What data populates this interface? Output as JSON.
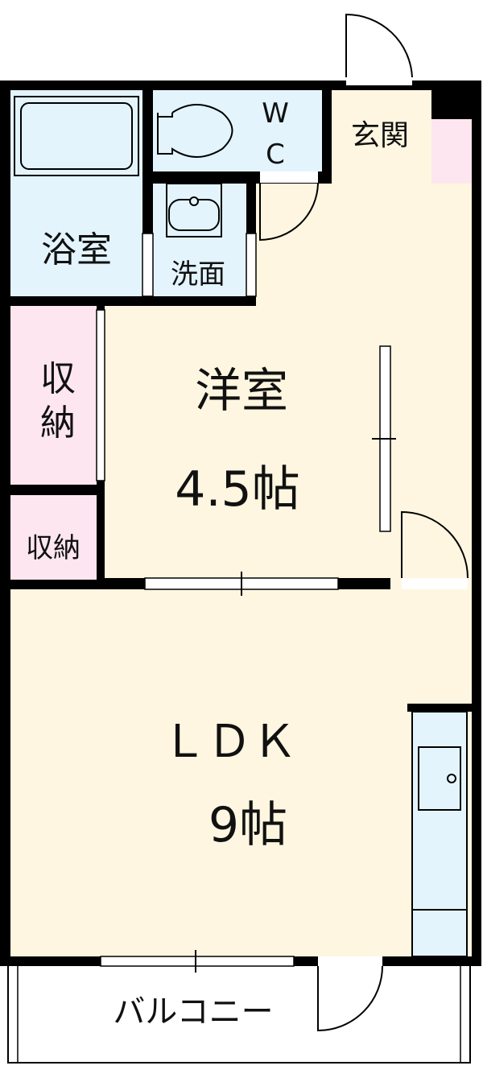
{
  "colors": {
    "wet_area": "#e3f4fd",
    "living_area": "#fef6e0",
    "storage": "#fde6ef",
    "wall": "#000000",
    "balcony": "#ffffff"
  },
  "rooms": {
    "bath": "浴室",
    "wc_w": "W",
    "wc_c": "C",
    "entrance": "玄関",
    "washroom": "洗面",
    "western_room": "洋室",
    "western_room_size": "4.5帖",
    "storage_1_top": "収",
    "storage_1_bottom": "納",
    "storage_2": "収納",
    "ldk": "ＬＤＫ",
    "ldk_size": "9帖",
    "balcony": "バルコニー"
  }
}
